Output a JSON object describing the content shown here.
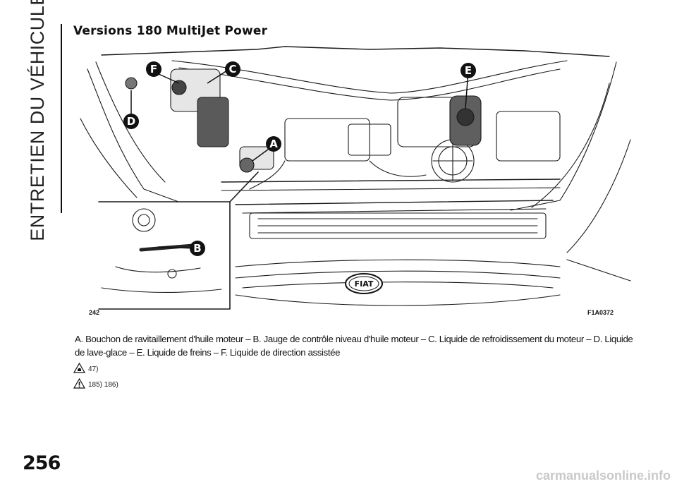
{
  "side_title": "ENTRETIEN DU VÉHICULE",
  "section_heading": "Versions 180 MultiJet Power",
  "figure": {
    "number": "242",
    "code": "F1A0372",
    "badge_letter": "FIAT",
    "callouts": {
      "a": "A",
      "b": "B",
      "c": "C",
      "d": "D",
      "e": "E",
      "f": "F"
    }
  },
  "caption": "A. Bouchon de ravitaillement d'huile moteur – B. Jauge de contrôle niveau d'huile moteur – C. Liquide de refroidissement du moteur – D. Liquide de lave-glace – E. Liquide de freins – F. Liquide de direction assistée",
  "references": [
    {
      "icon": "warning-hand-icon",
      "text": "47)"
    },
    {
      "icon": "warning-triangle-icon",
      "text": "185) 186)"
    }
  ],
  "page_number": "256",
  "watermark": "carmanualsonline.info"
}
